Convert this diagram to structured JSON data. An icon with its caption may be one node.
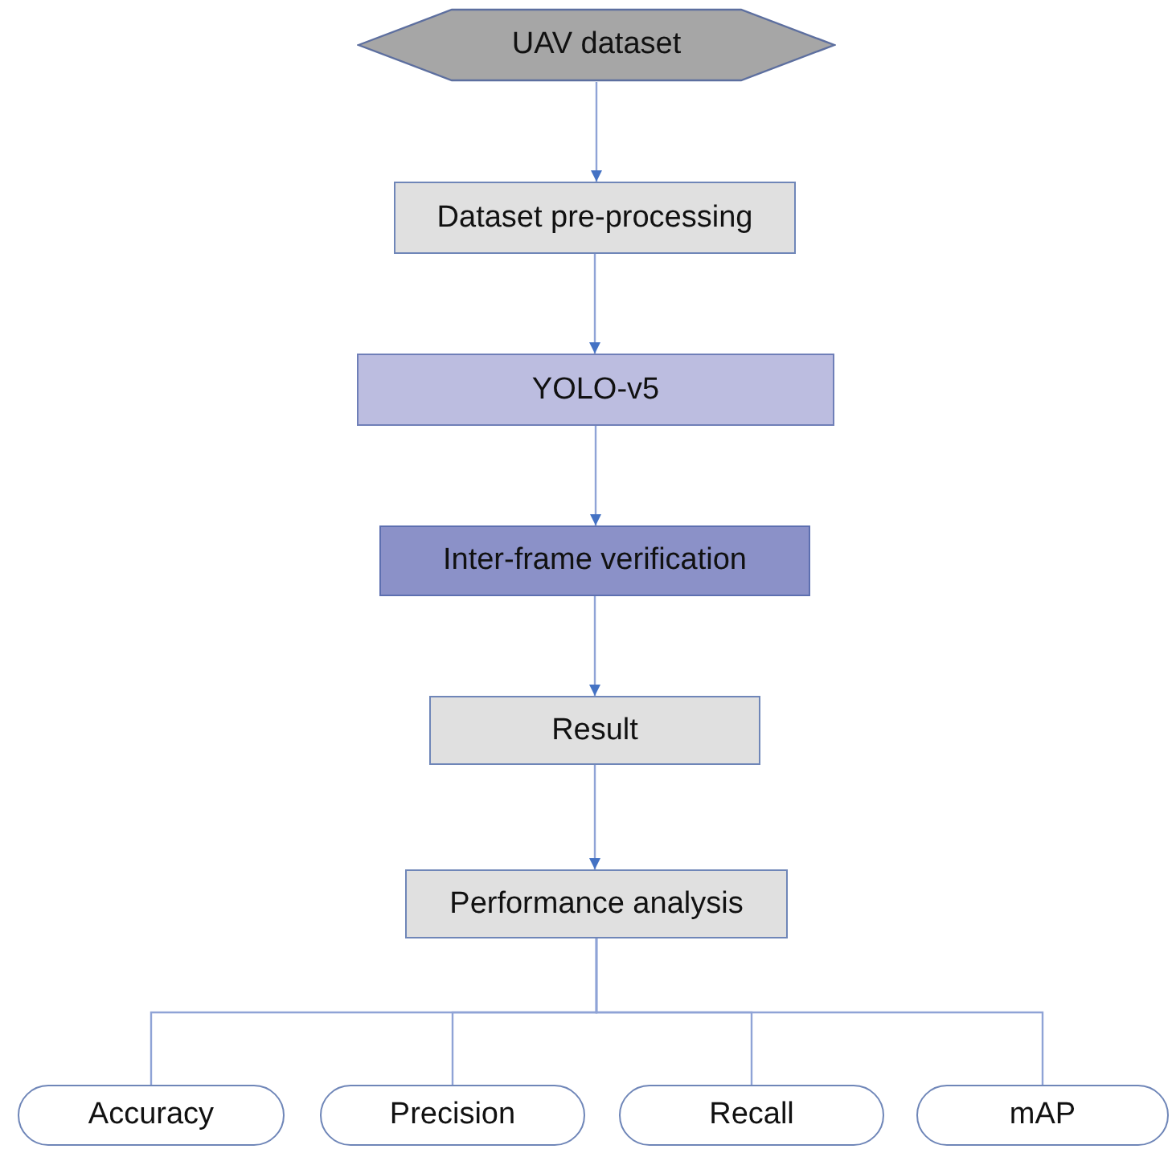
{
  "diagram": {
    "nodes": [
      {
        "text": [
          "UAV dataset"
        ]
      },
      {
        "text": [
          "Dataset pre-processing"
        ]
      },
      {
        "text": [
          "YOLO-v5"
        ]
      },
      {
        "text": [
          "Inter-frame verification"
        ]
      },
      {
        "text": [
          "Result"
        ]
      },
      {
        "text": [
          "Performance analysis"
        ]
      },
      {
        "text": [
          "Accuracy"
        ]
      },
      {
        "text": [
          "Precision"
        ]
      },
      {
        "text": [
          "Recall"
        ]
      },
      {
        "text": [
          "mAP"
        ]
      }
    ],
    "edges": [
      {
        "from": 0,
        "to": 1,
        "arrow": "to"
      },
      {
        "from": 1,
        "to": 2,
        "arrow": "to"
      },
      {
        "from": 2,
        "to": 3,
        "arrow": "to"
      },
      {
        "from": 3,
        "to": 4,
        "arrow": "to"
      },
      {
        "from": 4,
        "to": 5,
        "arrow": "to"
      },
      {
        "from": 5,
        "to": 6,
        "arrow": "none"
      },
      {
        "from": 5,
        "to": 7,
        "arrow": "none"
      },
      {
        "from": 5,
        "to": 8,
        "arrow": "none"
      },
      {
        "from": 5,
        "to": 9,
        "arrow": "none"
      }
    ]
  }
}
